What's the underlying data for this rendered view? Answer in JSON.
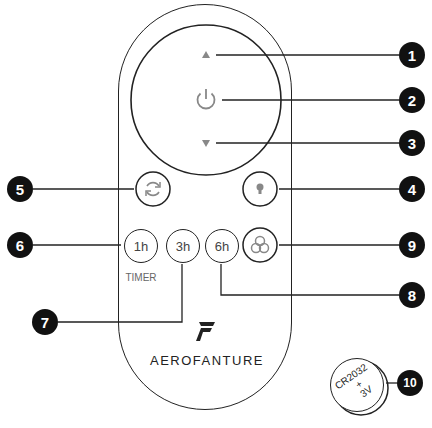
{
  "diagram": {
    "nodes": [
      {
        "text": [
          "TIMER",
          "AEROFANTURE"
        ]
      },
      {
        "text": [
          "1h"
        ],
        "in": 0
      },
      {
        "text": [
          "3h"
        ],
        "in": 0
      },
      {
        "text": [
          "6h"
        ],
        "in": 0
      },
      {
        "text": [
          "CR2032",
          "+",
          "3V"
        ]
      }
    ],
    "labels": [
      "1",
      "2",
      "3",
      "4",
      "5",
      "6",
      "7",
      "8",
      "9",
      "10"
    ]
  }
}
